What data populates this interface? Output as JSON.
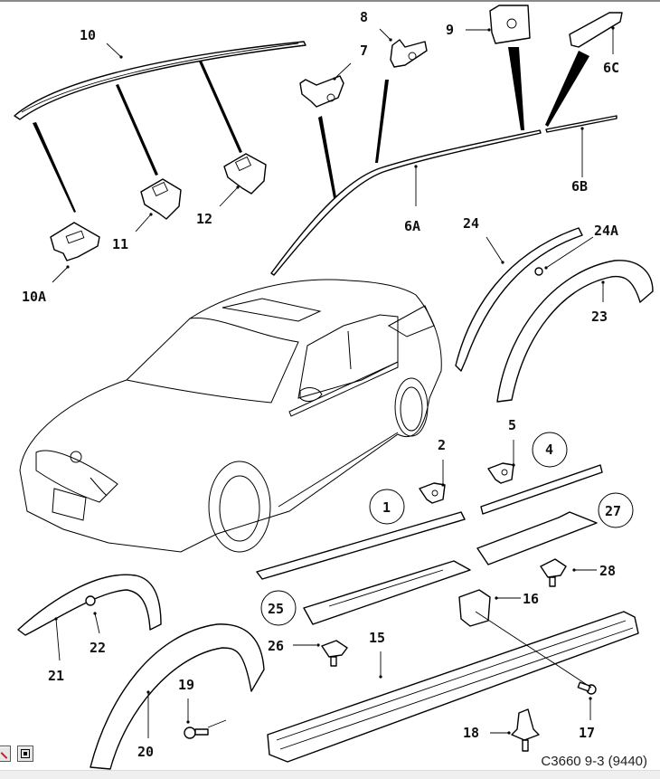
{
  "figure": {
    "caption": "C3660 9-3 (9440)",
    "subject": "Saab 9-3 SportCombi exterior trim: roof moulding, side sills, wheel arch linings"
  },
  "callouts": [
    {
      "id": "c10",
      "label": "10",
      "circled": false
    },
    {
      "id": "c10a",
      "label": "10A",
      "circled": false
    },
    {
      "id": "c11",
      "label": "11",
      "circled": false
    },
    {
      "id": "c12",
      "label": "12",
      "circled": false
    },
    {
      "id": "c7",
      "label": "7",
      "circled": false
    },
    {
      "id": "c8",
      "label": "8",
      "circled": false
    },
    {
      "id": "c9",
      "label": "9",
      "circled": false
    },
    {
      "id": "c6c",
      "label": "6C",
      "circled": false
    },
    {
      "id": "c6b",
      "label": "6B",
      "circled": false
    },
    {
      "id": "c6a",
      "label": "6A",
      "circled": false
    },
    {
      "id": "c24",
      "label": "24",
      "circled": false
    },
    {
      "id": "c24a",
      "label": "24A",
      "circled": false
    },
    {
      "id": "c23",
      "label": "23",
      "circled": false
    },
    {
      "id": "c2",
      "label": "2",
      "circled": false
    },
    {
      "id": "c5",
      "label": "5",
      "circled": false
    },
    {
      "id": "c4",
      "label": "4",
      "circled": true
    },
    {
      "id": "c1",
      "label": "1",
      "circled": true
    },
    {
      "id": "c27",
      "label": "27",
      "circled": true
    },
    {
      "id": "c28",
      "label": "28",
      "circled": false
    },
    {
      "id": "c16",
      "label": "16",
      "circled": false
    },
    {
      "id": "c25",
      "label": "25",
      "circled": true
    },
    {
      "id": "c26",
      "label": "26",
      "circled": false
    },
    {
      "id": "c15",
      "label": "15",
      "circled": false
    },
    {
      "id": "c21",
      "label": "21",
      "circled": false
    },
    {
      "id": "c22",
      "label": "22",
      "circled": false
    },
    {
      "id": "c19",
      "label": "19",
      "circled": false
    },
    {
      "id": "c20",
      "label": "20",
      "circled": false
    },
    {
      "id": "c18",
      "label": "18",
      "circled": false
    },
    {
      "id": "c17",
      "label": "17",
      "circled": false
    }
  ],
  "toolbar": {
    "zoom_tool": "magnifier-icon",
    "fit_tool": "fit-frame-icon"
  },
  "colors": {
    "line": "#000000",
    "background": "#ffffff",
    "frame_border": "#8a8a8a",
    "status_strip": "#efefef"
  }
}
